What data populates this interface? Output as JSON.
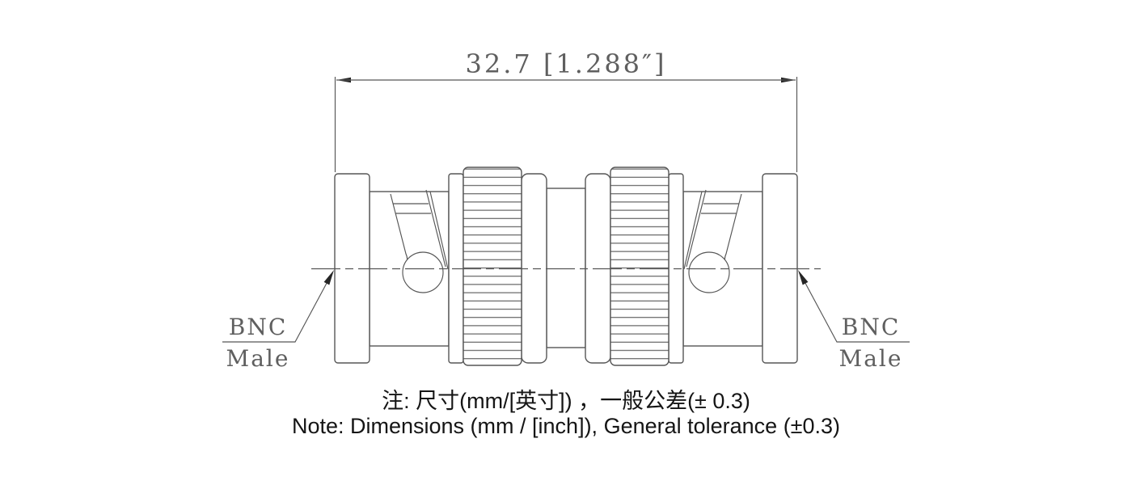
{
  "drawing": {
    "dimension": {
      "label": "32.7 [1.288″]"
    },
    "labels": {
      "left": {
        "line1": "BNC",
        "line2": "Male"
      },
      "right": {
        "line1": "BNC",
        "line2": "Male"
      }
    },
    "notes": {
      "zh": "注: 尺寸(mm/[英寸]) ，一般公差(± 0.3)",
      "en": "Note: Dimensions (mm / [inch]), General tolerance (±0.3)"
    },
    "colors": {
      "line": "#565656",
      "arrow": "#262626",
      "annotation_text": "#5f5f5f",
      "note_text": "#151515",
      "background": "#ffffff"
    }
  }
}
